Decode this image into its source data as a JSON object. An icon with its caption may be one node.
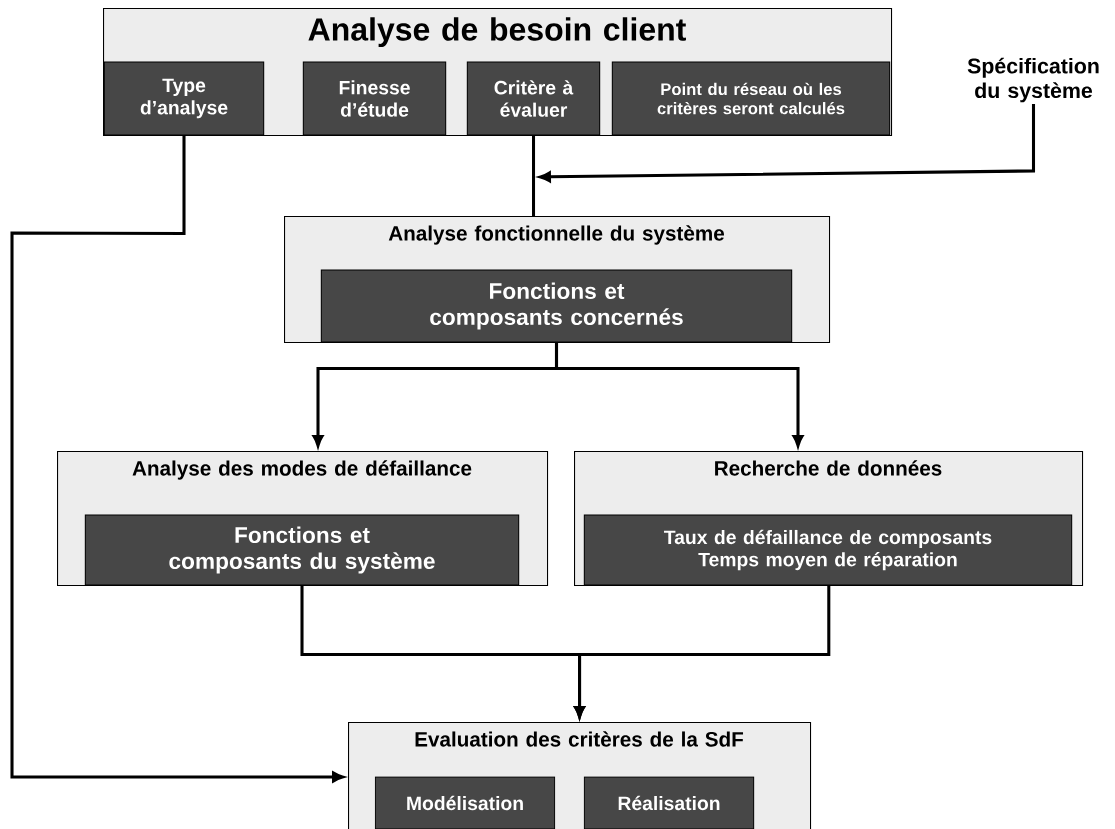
{
  "diagram": {
    "nodes": [
      {
        "text": [
          "Analyse de besoin client"
        ]
      },
      {
        "text": [
          "Type d’analyse"
        ],
        "in": 0
      },
      {
        "text": [
          "Finesse d’étude"
        ],
        "in": 0
      },
      {
        "text": [
          "Critère à évaluer"
        ],
        "in": 0
      },
      {
        "text": [
          "Point du réseau où les critères seront calculés"
        ],
        "in": 0
      },
      {
        "text": [
          "Spécification du système"
        ]
      },
      {
        "text": [
          "Analyse fonctionnelle du système"
        ]
      },
      {
        "text": [
          "Fonctions et composants concernés"
        ],
        "in": 6
      },
      {
        "text": [
          "Analyse des modes de défaillance"
        ]
      },
      {
        "text": [
          "Fonctions et composants du système"
        ],
        "in": 8
      },
      {
        "text": [
          "Recherche  de données"
        ]
      },
      {
        "text": [
          "Taux de défaillance de composants Temps moyen de réparation"
        ],
        "in": 10
      },
      {
        "text": [
          "Evaluation des critères de la SdF"
        ]
      },
      {
        "text": [
          "Modélisation"
        ],
        "in": 12
      },
      {
        "text": [
          "Réalisation"
        ],
        "in": 12
      }
    ],
    "edges": [
      {
        "from": 3,
        "to": 6,
        "arrow": "none"
      },
      {
        "from": 5,
        "to": null,
        "arrow": "to"
      },
      {
        "from": 7,
        "to": 8,
        "arrow": "to"
      },
      {
        "from": 7,
        "to": 10,
        "arrow": "to"
      },
      {
        "from": 9,
        "to": 12,
        "arrow": "to"
      },
      {
        "from": 11,
        "to": 12,
        "arrow": "to"
      },
      {
        "from": 1,
        "to": 12,
        "arrow": "to"
      }
    ]
  }
}
